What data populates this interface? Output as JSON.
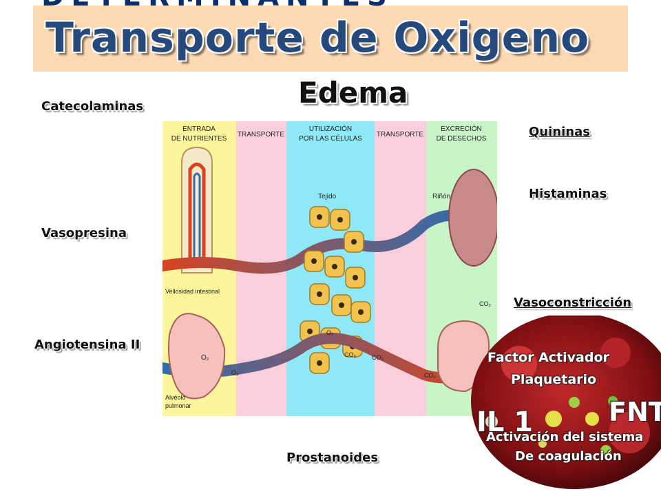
{
  "title": {
    "ghost": "DETERMINANTES",
    "main": "Transporte de Oxigeno"
  },
  "center_label": "Edema",
  "left_labels": [
    "Catecolaminas",
    "Vasopresina",
    "Angiotensina II"
  ],
  "right_labels": [
    "Quininas",
    "Histaminas",
    "Vasoconstricción"
  ],
  "bottom_label": "Prostanoides",
  "figure": {
    "column_headers": [
      "ENTRADA DE NUTRIENTES",
      "TRANSPORTE",
      "UTILIZACIÓN POR LAS CÉLULAS",
      "TRANSPORTE",
      "EXCRECIÓN DE DESECHOS"
    ],
    "labels": {
      "tejido": "Tejido",
      "rinon": "Riñón",
      "vellosidad": "Vellosidad intestinal",
      "alveolo_1": "Alvéolo",
      "alveolo_2": "pulmonar",
      "co2": "CO₂",
      "o2": "O₂"
    }
  },
  "inset": {
    "factor_1": "Factor Activador",
    "factor_2": "Plaquetario",
    "fnt": "FNT",
    "il1": "IL 1",
    "activacion_1": "Activación del sistema",
    "activacion_2": "De coagulación"
  },
  "colors": {
    "title_band": "#fbd9b3",
    "title_text": "#26497c",
    "col_yellow": "#fdf59b",
    "col_pink": "#f9cfdc",
    "col_cyan": "#8fe8f6",
    "col_green": "#c8f4c8",
    "vessel_red": "#d9431f",
    "vessel_blue": "#2e6db0",
    "cell_fill": "#f2c24e",
    "inset_red": "#8e1414"
  }
}
